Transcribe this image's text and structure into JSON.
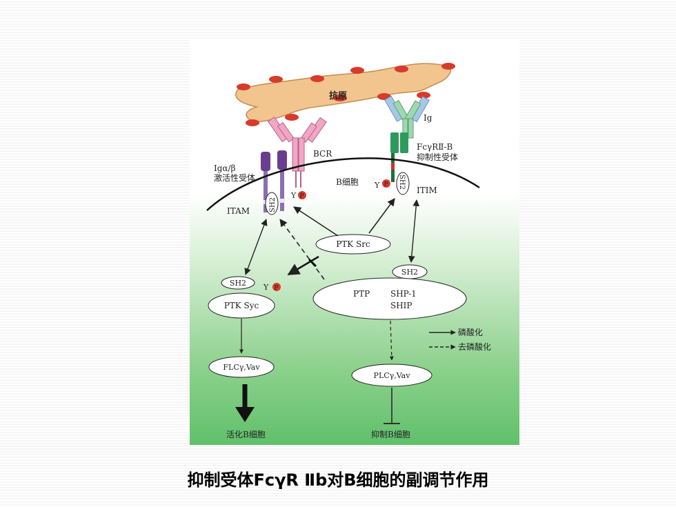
{
  "figure": {
    "antigen": "抗原",
    "ig": "Ig",
    "bcr": "BCR",
    "receptor_name": "FcγRⅡ-B",
    "receptor_desc": "抑制性受体",
    "ig_ab": "Igα/β",
    "activating": "激活性受体",
    "b_cell": "B细胞",
    "itam": "ITAM",
    "itim": "ITIM",
    "sh2": "SH2",
    "y": "Y",
    "p": "P",
    "ptk_src": "PTK Src",
    "ptk_syc": "PTK Syc",
    "ptp": "PTP",
    "shp1": "SHP-1",
    "ship": "SHIP",
    "flc_vav": "FLCγ,Vav",
    "plc_vav": "PLCγ,Vav",
    "activate_b": "活化B细胞",
    "inhibit_b": "抑制B细胞",
    "legend_phos": "磷酸化",
    "legend_dephos": "去磷酸化"
  },
  "caption": "抑制受体FcγR Ⅱb对B细胞的副调节作用",
  "colors": {
    "antigen": "#f2c58e",
    "epitope": "#d83a2c",
    "bcr": "#f0a6c4",
    "ig_light": "#a6c8e8",
    "ig_heavy": "#9ed8b0",
    "fcgr": "#2e9b5c",
    "iga": "#6a3d8f",
    "green_bg": "#5fbf6a"
  }
}
